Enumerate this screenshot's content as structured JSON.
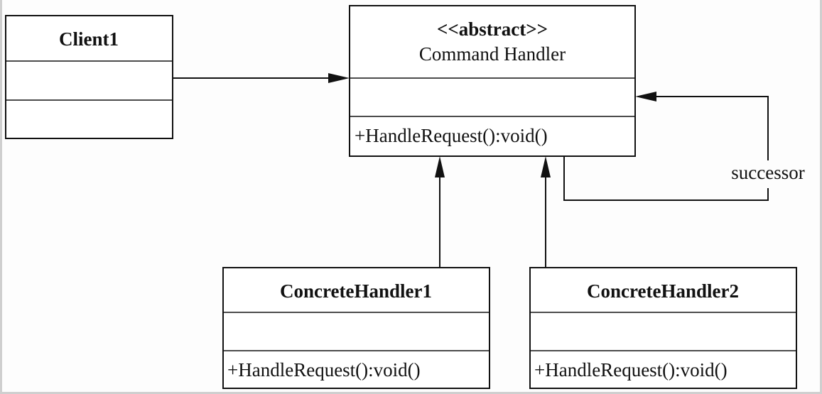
{
  "diagram": {
    "client": {
      "name": "Client1"
    },
    "handler": {
      "stereotype": "<<abstract>>",
      "name": "Command Handler",
      "method": "+HandleRequest():void()"
    },
    "concrete1": {
      "name": "ConcreteHandler1",
      "method": "+HandleRequest():void()"
    },
    "concrete2": {
      "name": "ConcreteHandler2",
      "method": "+HandleRequest():void()"
    },
    "relations": {
      "successor_label": "successor"
    }
  }
}
